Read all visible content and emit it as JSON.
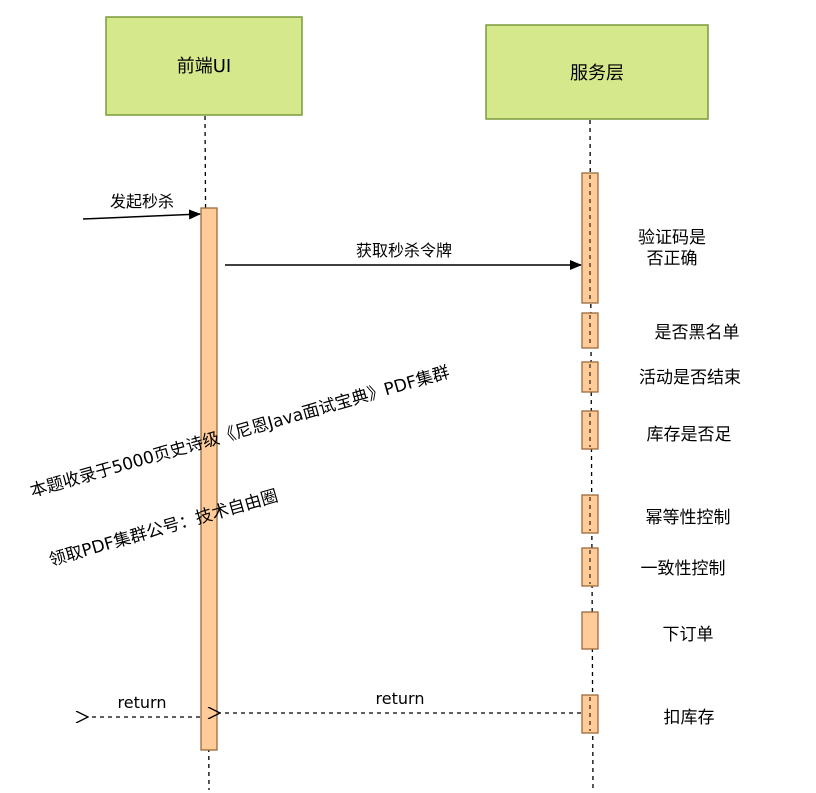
{
  "participants": {
    "frontend": "前端UI",
    "service": "服务层"
  },
  "messages": {
    "initiate": "发起秒杀",
    "get_token": "获取秒杀令牌",
    "return_service": "return",
    "return_frontend": "return"
  },
  "steps": {
    "captcha_line1": "验证码是",
    "captcha_line2": "否正确",
    "blacklist": "是否黑名单",
    "activity_ended": "活动是否结束",
    "stock_enough": "库存是否足",
    "idempotency": "幂等性控制",
    "consistency": "一致性控制",
    "place_order": "下订单",
    "deduct_stock": "扣库存"
  },
  "watermark": {
    "line1": "本题收录于5000页史诗级《尼恩Java面试宝典》PDF集群",
    "line2": "领取PDF集群公号：技术自由圈"
  },
  "colors": {
    "participant_fill": "#d5e98c",
    "participant_stroke": "#7a9a3a",
    "activation_fill": "#ffcc99",
    "activation_stroke": "#9a6a3a"
  }
}
